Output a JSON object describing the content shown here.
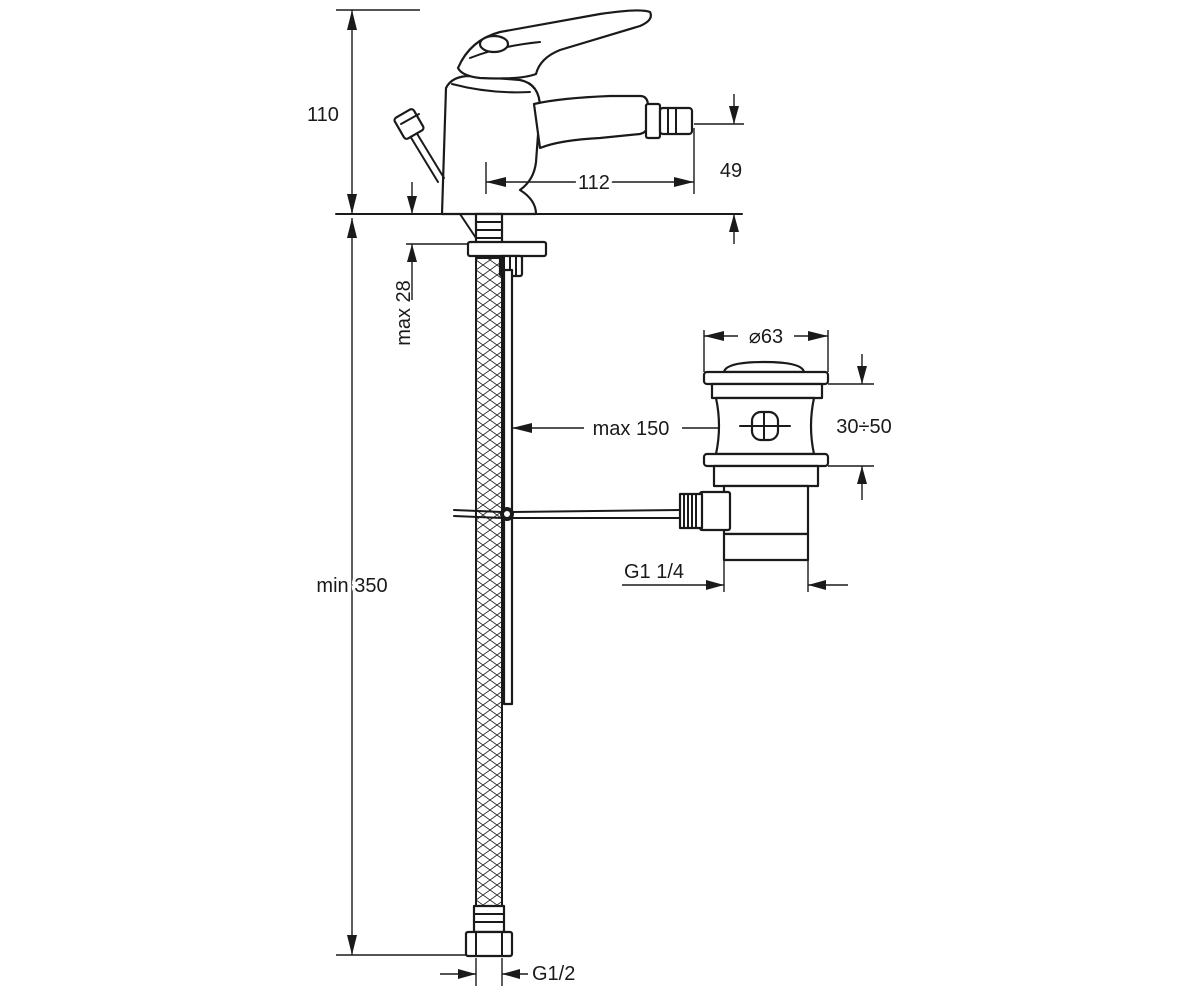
{
  "drawing": {
    "labels": {
      "height_total": "110",
      "spout_height": "49",
      "spout_reach": "112",
      "max_deck": "max 28",
      "hose_min": "min 350",
      "drain_diameter": "⌀63",
      "pop_rod_max": "max 150",
      "drain_range": "30÷50",
      "drain_thread": "G1 1/4",
      "hose_thread": "G1/2"
    },
    "colors": {
      "line": "#1a1a1a",
      "background": "#ffffff"
    }
  }
}
